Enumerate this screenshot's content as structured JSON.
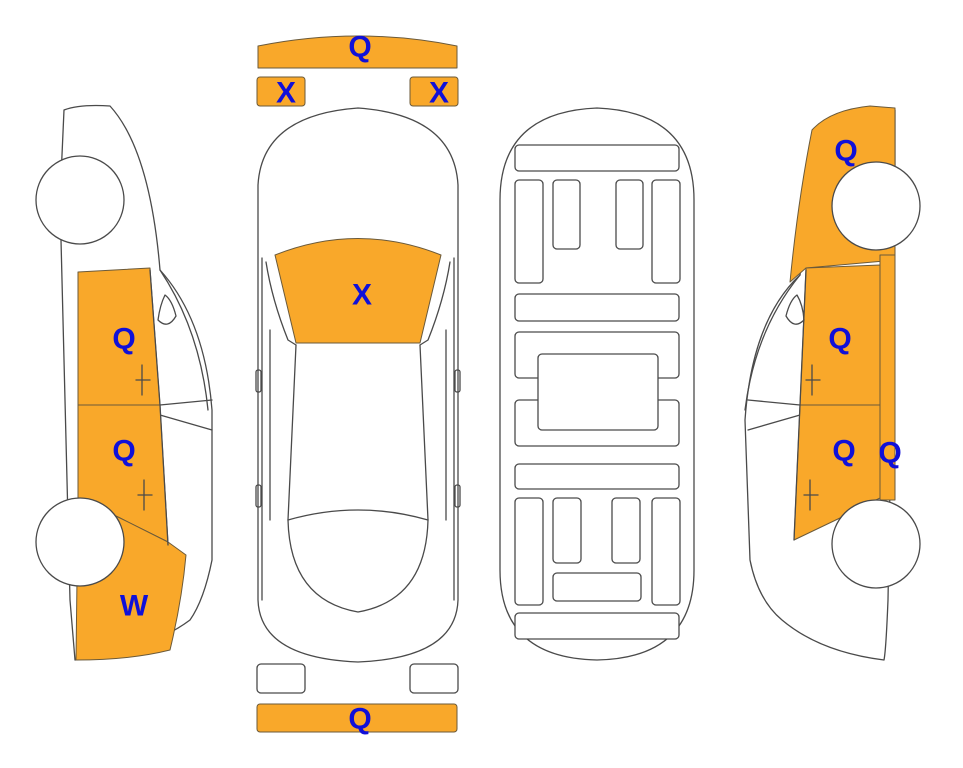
{
  "colors": {
    "damage_fill": "#F9A82A",
    "code_text": "#1010D8",
    "outline": "#4A4A4A",
    "background": "#FFFFFF"
  },
  "panels": {
    "front_bumper": {
      "code": "Q"
    },
    "left_headlight": {
      "code": "X"
    },
    "right_headlight": {
      "code": "X"
    },
    "hood": {
      "code": "X"
    },
    "rear_bumper": {
      "code": "Q"
    },
    "left_front_door": {
      "code": "Q"
    },
    "left_rear_door": {
      "code": "Q"
    },
    "left_rear_quarter": {
      "code": "W"
    },
    "right_front_fender": {
      "code": "Q"
    },
    "right_front_door": {
      "code": "Q"
    },
    "right_rear_door": {
      "code": "Q"
    },
    "right_rocker_panel": {
      "code": "Q"
    }
  }
}
